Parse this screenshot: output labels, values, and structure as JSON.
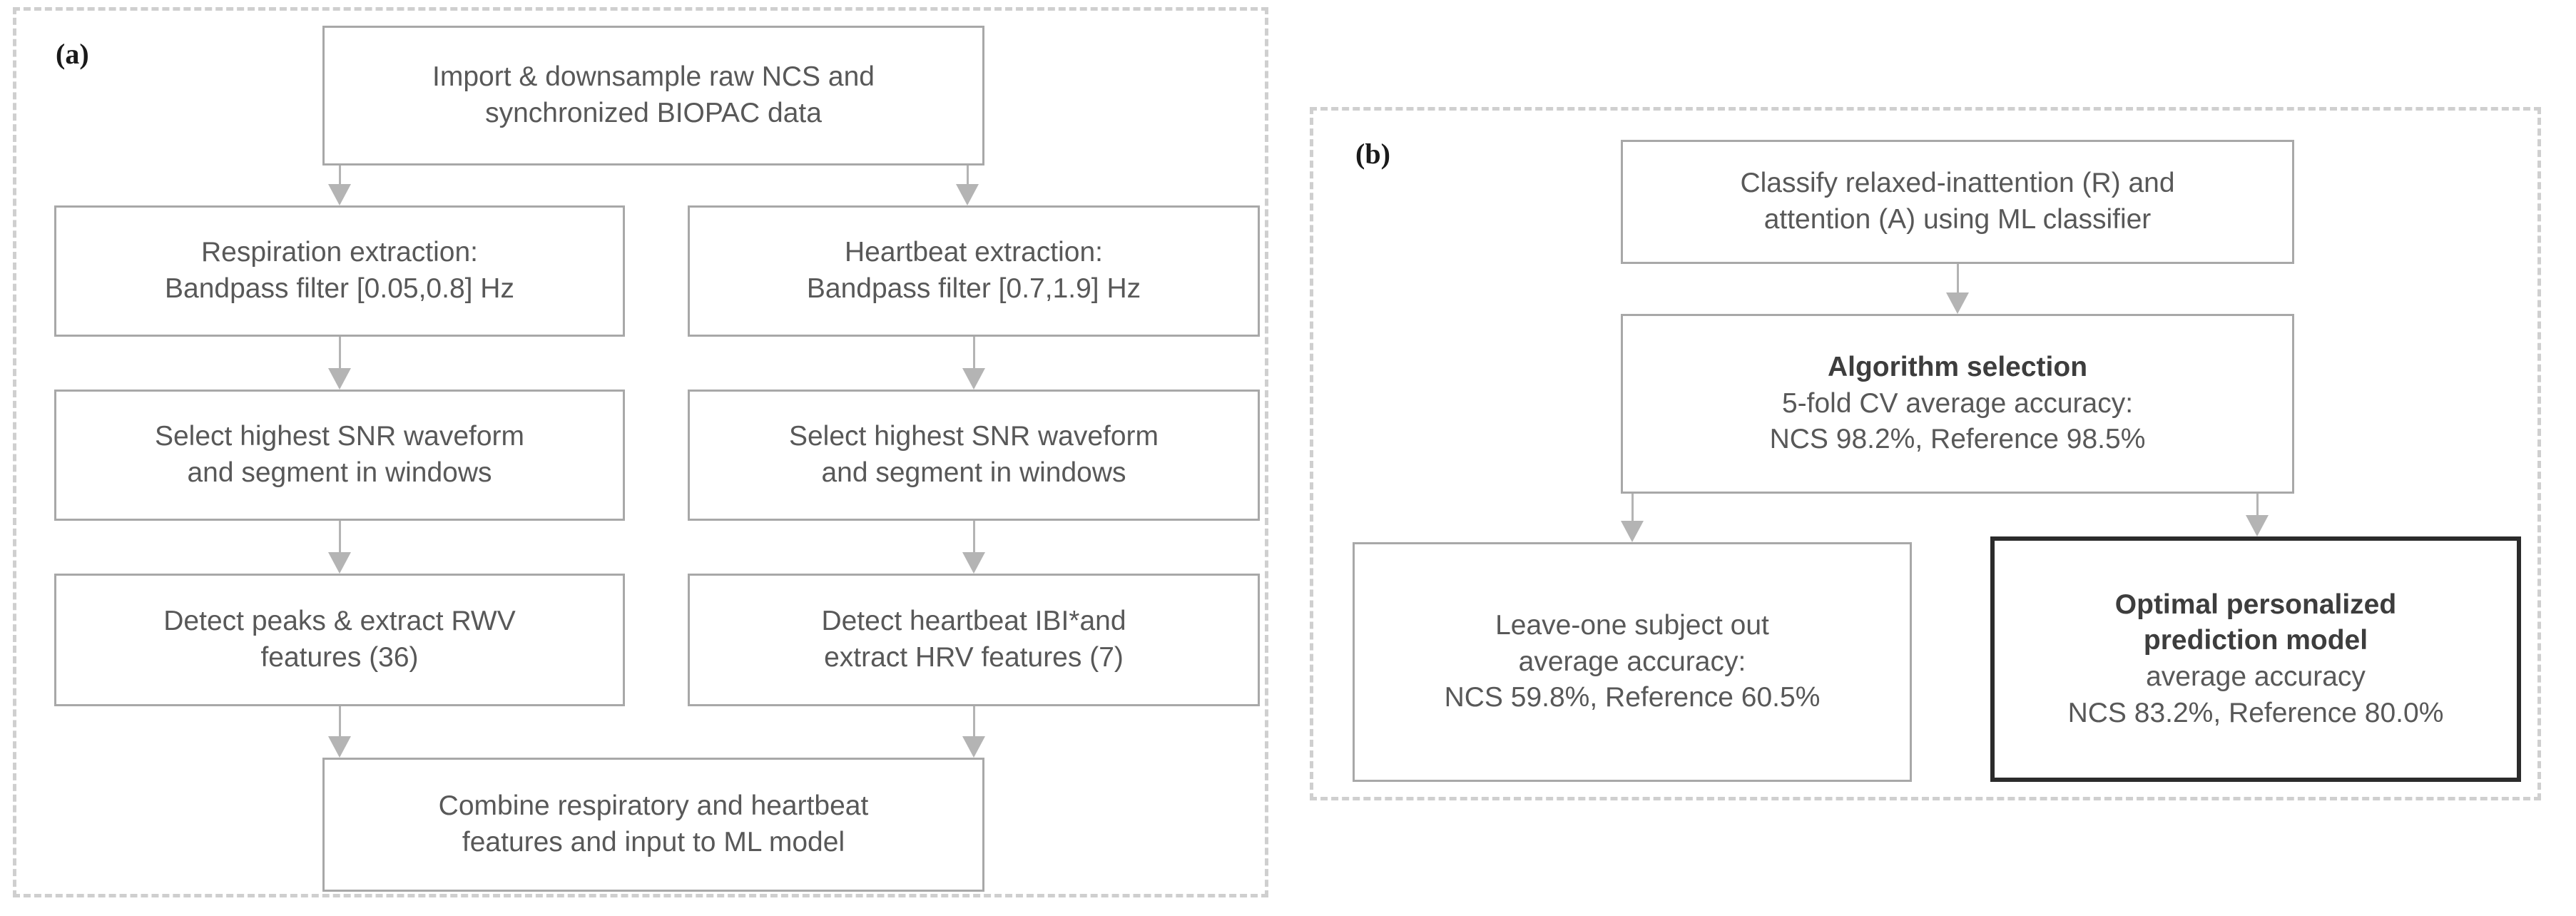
{
  "figure": {
    "panels": [
      {
        "key": "a",
        "label": "(a)",
        "boxes": {
          "import": {
            "line1": "Import & downsample raw NCS and",
            "line2": "synchronized BIOPAC data"
          },
          "respiration": {
            "line1": "Respiration extraction:",
            "line2": "Bandpass filter [0.05,0.8] Hz"
          },
          "heartbeat": {
            "line1": "Heartbeat extraction:",
            "line2": "Bandpass filter [0.7,1.9] Hz"
          },
          "snr_left": {
            "line1": "Select highest SNR waveform",
            "line2": "and segment in windows"
          },
          "snr_right": {
            "line1": "Select highest SNR waveform",
            "line2": "and segment in windows"
          },
          "rwv": {
            "line1": "Detect peaks & extract RWV",
            "line2": "features (36)"
          },
          "hrv": {
            "line1": "Detect heartbeat IBI*and",
            "line2": "extract HRV features (7)"
          },
          "combine": {
            "line1": "Combine respiratory and heartbeat",
            "line2": "features and input to ML model"
          }
        }
      },
      {
        "key": "b",
        "label": "(b)",
        "boxes": {
          "classify": {
            "line1": "Classify relaxed-inattention (R) and",
            "line2": "attention (A) using ML classifier"
          },
          "algorithm": {
            "line1": "Algorithm selection",
            "line2": "5-fold CV average accuracy:",
            "line3": "NCS 98.2%, Reference 98.5%"
          },
          "leave_one_subject_out": {
            "line1": "Leave-one subject out",
            "line2": "average accuracy:",
            "line3": "NCS 59.8%, Reference 60.5%"
          },
          "optimal": {
            "line1": "Optimal personalized",
            "line2": "prediction model",
            "line3": "average accuracy",
            "line4": "NCS 83.2%, Reference 80.0%"
          }
        }
      }
    ]
  },
  "colors": {
    "box_border": "#a8a8a8",
    "emphasis_border": "#2b2b2b",
    "text": "#585858",
    "arrow": "#b4b4b4",
    "panel_dash": "#cfcfcf",
    "background": "#ffffff"
  }
}
